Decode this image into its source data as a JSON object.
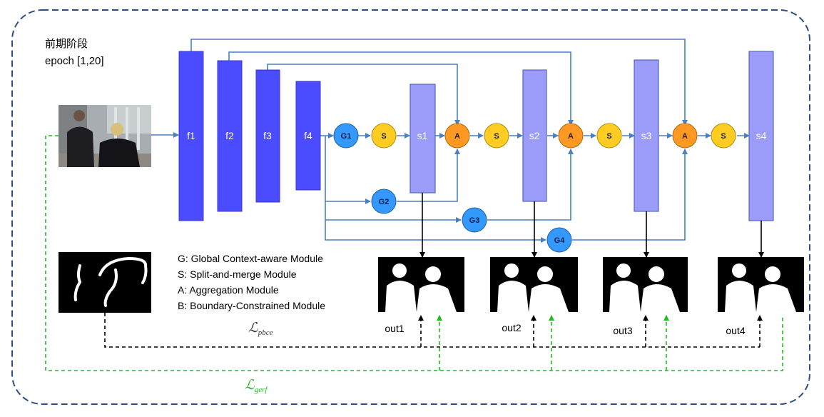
{
  "stage": {
    "title": "前期阶段",
    "epoch": "epoch [1,20]"
  },
  "encoder": [
    "f1",
    "f2",
    "f3",
    "f4"
  ],
  "side": [
    "s1",
    "s2",
    "s3",
    "s4"
  ],
  "global": [
    "G1",
    "G2",
    "G3",
    "G4"
  ],
  "split_label": "S",
  "agg_label": "A",
  "outputs": [
    "out1",
    "out2",
    "out3",
    "out4"
  ],
  "legend": [
    "G: Global Context-aware Module",
    "S: Split-and-merge Module",
    "A: Aggregation Module",
    "B: Boundary-Constrained Module"
  ],
  "loss_pbce": {
    "main": "ℒ",
    "sub": "pbce"
  },
  "loss_gerf": {
    "main": "ℒ",
    "sub": "gerf"
  },
  "colors": {
    "encoder": "#4b4bff",
    "side": "#9b9bfa",
    "global": "#3399ff",
    "split": "#ffcc22",
    "agg": "#ff9922",
    "arrow": "#4a7fc1",
    "frame": "#2f4e7d",
    "loss_green": "#22bb22"
  }
}
